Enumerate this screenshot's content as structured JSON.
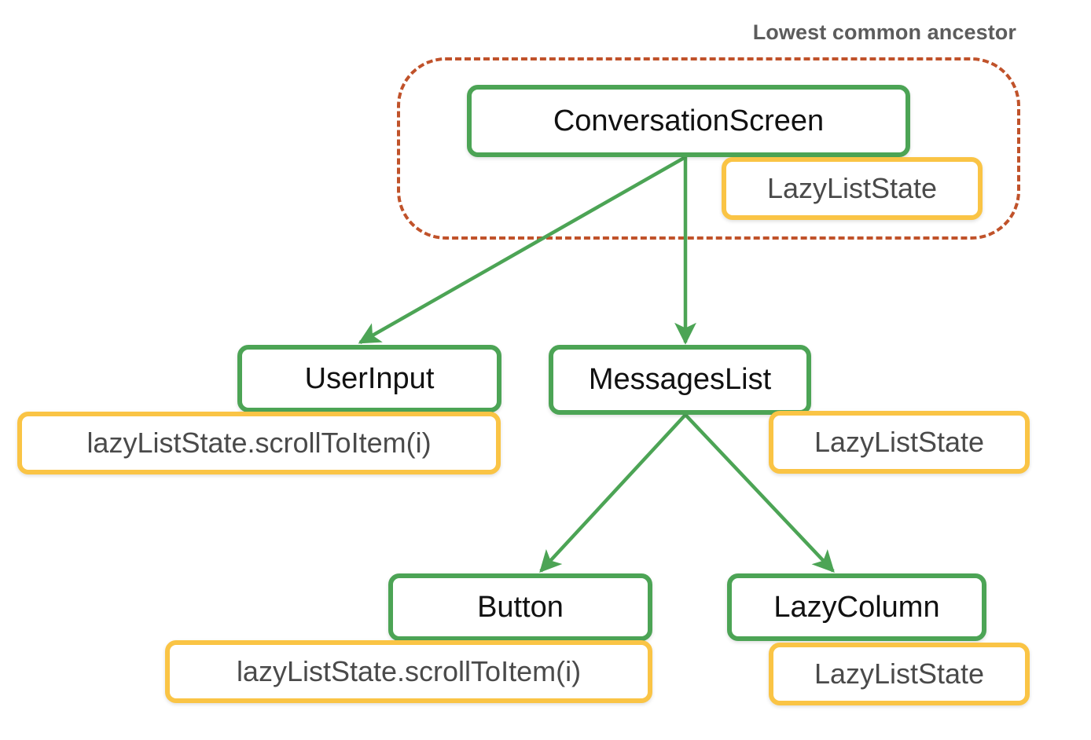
{
  "diagram": {
    "caption": "Lowest common ancestor",
    "colors": {
      "node_border_green": "#4ca455",
      "state_border_yellow": "#fac445",
      "ancestor_dash": "#c0522a",
      "arrow": "#4ca455",
      "node_text": "#111111",
      "state_text": "#4a4a4a",
      "caption_text": "#5c5c5c",
      "background": "#ffffff"
    },
    "nodes": [
      {
        "id": "conversation-screen",
        "label": "ConversationScreen",
        "kind": "composable"
      },
      {
        "id": "user-input",
        "label": "UserInput",
        "kind": "composable"
      },
      {
        "id": "messages-list",
        "label": "MessagesList",
        "kind": "composable"
      },
      {
        "id": "button",
        "label": "Button",
        "kind": "composable"
      },
      {
        "id": "lazy-column",
        "label": "LazyColumn",
        "kind": "composable"
      }
    ],
    "state_labels": [
      {
        "id": "conversation-screen-state",
        "label": "LazyListState",
        "attached_to": "conversation-screen"
      },
      {
        "id": "user-input-state",
        "label": "lazyListState.scrollToItem(i)",
        "attached_to": "user-input"
      },
      {
        "id": "messages-list-state",
        "label": "LazyListState",
        "attached_to": "messages-list"
      },
      {
        "id": "button-state",
        "label": "lazyListState.scrollToItem(i)",
        "attached_to": "button"
      },
      {
        "id": "lazy-column-state",
        "label": "LazyListState",
        "attached_to": "lazy-column"
      }
    ],
    "edges": [
      {
        "from": "conversation-screen",
        "to": "user-input"
      },
      {
        "from": "conversation-screen",
        "to": "messages-list"
      },
      {
        "from": "messages-list",
        "to": "button"
      },
      {
        "from": "messages-list",
        "to": "lazy-column"
      }
    ],
    "ancestor_region": {
      "label": "Lowest common ancestor",
      "contains": [
        "conversation-screen",
        "conversation-screen-state"
      ]
    }
  }
}
